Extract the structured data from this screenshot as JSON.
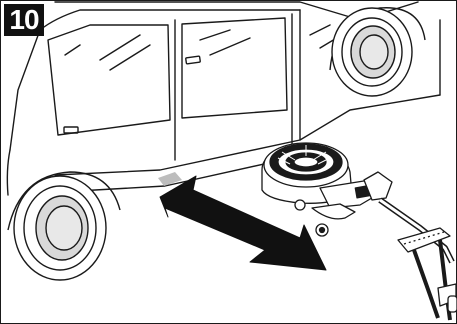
{
  "step": {
    "number": "10"
  },
  "illustration": {
    "colors": {
      "line": "#1a1a1a",
      "fill": "#ffffff",
      "arrow": "#111111",
      "wheel_shade": "#d9d9d9",
      "contact_marker": "#bdbdbd"
    },
    "icons": [
      "car-outline",
      "wheel-balancer-dolly",
      "double-headed-arrow"
    ]
  }
}
